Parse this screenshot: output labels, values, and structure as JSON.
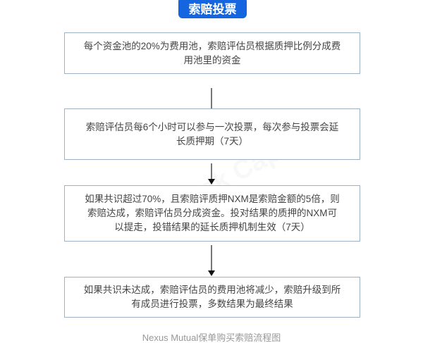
{
  "title": "索赔投票",
  "steps": [
    "每个资金池的20%为费用池，索赔评估员根据质押比例分成费用池里的资金",
    "索赔评估员每6个小时可以参与一次投票，每次参与投票会延长质押期（7天）",
    "如果共识超过70%，且索赔评质押NXM是索赔金额的5倍，则索赔达成，索赔评估员分成资金。投对结果的质押的NXM可以提走，投错结果的延长质押机制生效（7天）",
    "如果共识未达成，索赔评估员的费用池将减少，索赔升级到所有成员进行投票，多数结果为最终结果"
  ],
  "caption": "Nexus Mutual保单购买索赔流程图",
  "watermark": "OClock Capital",
  "colors": {
    "accent": "#1565e0",
    "border": "#9fb1c4"
  }
}
